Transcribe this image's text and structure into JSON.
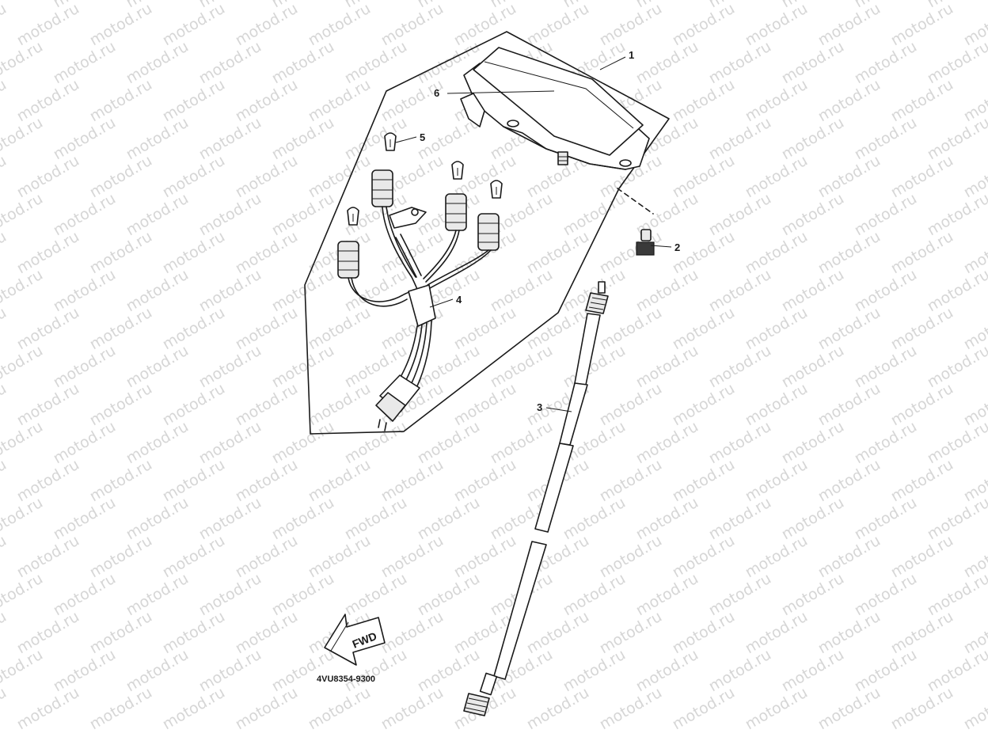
{
  "watermark": {
    "text": "motod.ru"
  },
  "callouts": [
    {
      "id": "callout-1",
      "label": "1"
    },
    {
      "id": "callout-2",
      "label": "2"
    },
    {
      "id": "callout-3",
      "label": "3"
    },
    {
      "id": "callout-4",
      "label": "4"
    },
    {
      "id": "callout-5",
      "label": "5"
    },
    {
      "id": "callout-6",
      "label": "6"
    }
  ],
  "fwd_arrow": {
    "label": "FWD"
  },
  "diagram_code": "4VU8354-9300",
  "colors": {
    "line": "#1a1a1a",
    "watermark": "#d6d6d6",
    "background": "#ffffff"
  }
}
